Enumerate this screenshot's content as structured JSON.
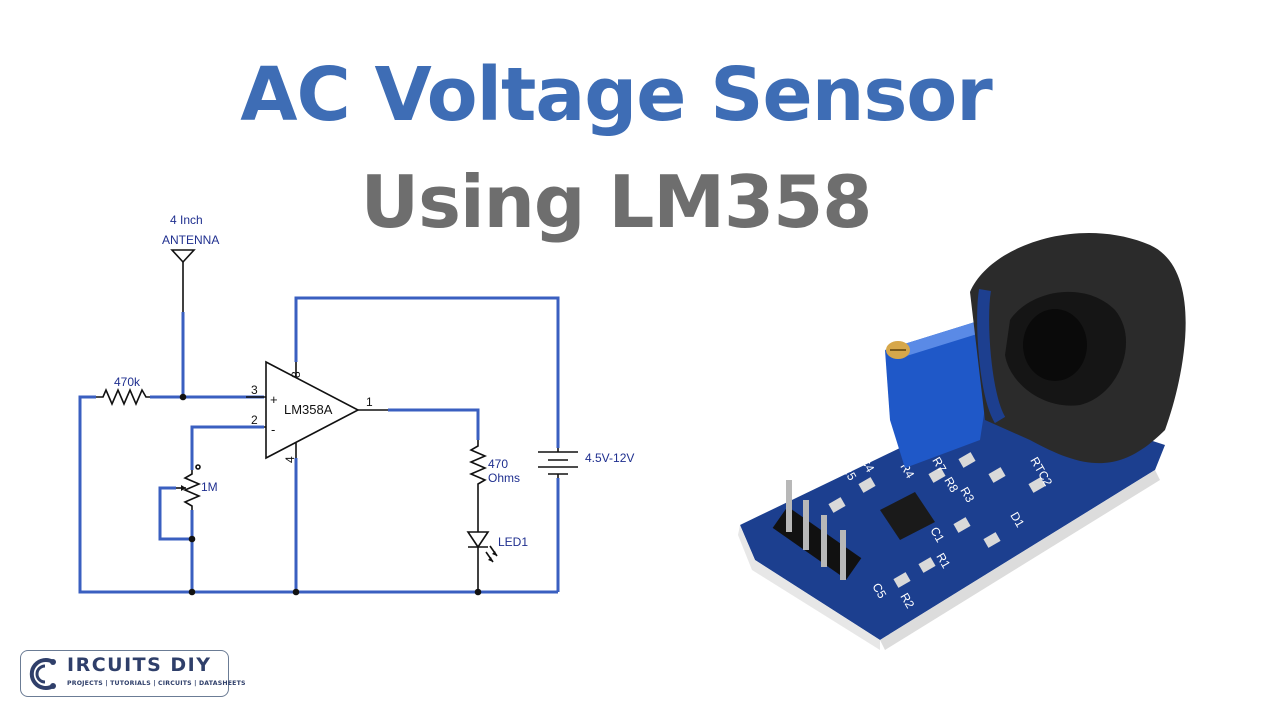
{
  "title": {
    "line1": "AC Voltage Sensor",
    "line2": "Using LM358",
    "line1_color": "#3e6db5",
    "line2_color": "#6e6e6e"
  },
  "schematic": {
    "antenna_label_top": "4 Inch",
    "antenna_label": "ANTENNA",
    "resistor_input": "470k",
    "opamp_label": "LM358A",
    "pin_3": "3",
    "pin_2": "2",
    "pin_8": "8",
    "pin_4": "4",
    "pin_1": "1",
    "plus": "+",
    "minus": "-",
    "pot_label": "1M",
    "resistor_out_value": "470",
    "resistor_out_unit": "Ohms",
    "led_label": "LED1",
    "supply_label": "4.5V-12V",
    "wire_color": "#3a5fc0"
  },
  "module": {
    "silkscreen": [
      "R5",
      "C4",
      "R4",
      "R7",
      "R8",
      "R3",
      "RTC2",
      "C1",
      "R1",
      "C5",
      "R2",
      "D1"
    ]
  },
  "logo": {
    "brand": "IRCUITS DIY",
    "tagline": "PROJECTS | TUTORIALS | CIRCUITS | DATASHEETS",
    "icon": "circuits-diy-logo-icon"
  }
}
